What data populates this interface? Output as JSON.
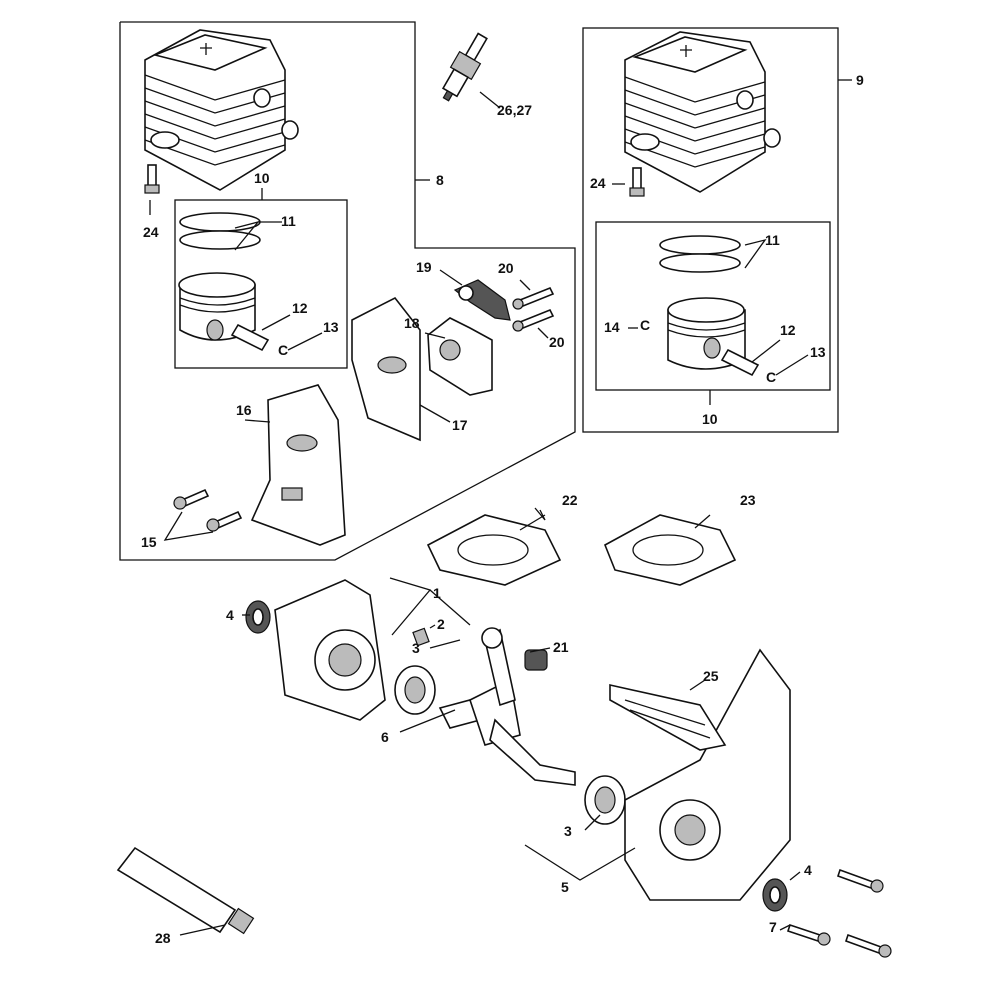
{
  "diagram": {
    "type": "exploded parts diagram",
    "labels": {
      "l8": "8",
      "l9": "9",
      "l10a": "10",
      "l10b": "10",
      "l11a": "11",
      "l11b": "11",
      "l12a": "12",
      "l12b": "12",
      "l13a": "13",
      "l13b": "13",
      "l14": "14",
      "l24a": "24",
      "l24b": "24",
      "l26": "26,27",
      "l15": "15",
      "l16": "16",
      "l17": "17",
      "l18": "18",
      "l19": "19",
      "l20a": "20",
      "l20b": "20",
      "l22": "22",
      "l23": "23",
      "l1": "1",
      "l2": "2",
      "l3a": "3",
      "l3b": "3",
      "l4a": "4",
      "l4b": "4",
      "l5": "5",
      "l6": "6",
      "l7": "7",
      "l21": "21",
      "l25": "25",
      "l28": "28"
    },
    "colors": {
      "line": "#111111",
      "background": "#ffffff"
    }
  }
}
